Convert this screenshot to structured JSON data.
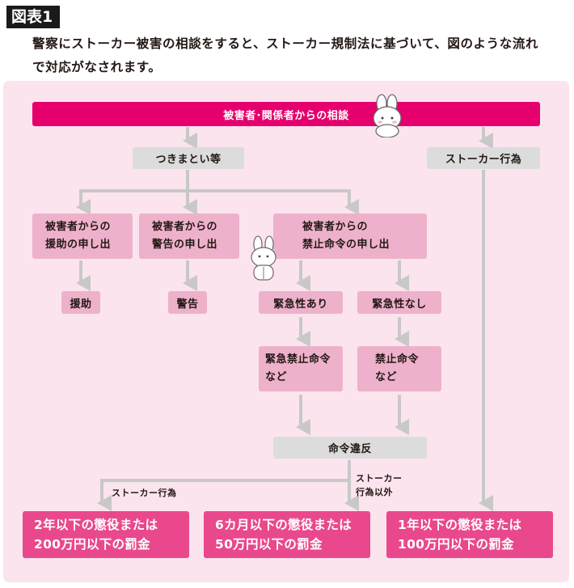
{
  "figure_label": "図表1",
  "caption": "警察にストーカー被害の相談をすると、ストーカー規制法に基づいて、図のような流れで対応がなされます。",
  "nodes": {
    "consultation": "被害者･関係者からの相談",
    "tsukimatoi": "つきまとい等",
    "stalker_act": "ストーカー行為",
    "assist_request": "被害者からの\n援助の申し出",
    "warning_request": "被害者からの\n警告の申し出",
    "prohibition_request": "被害者からの\n禁止命令の申し出",
    "assist": "援助",
    "warning": "警告",
    "urgent_yes": "緊急性あり",
    "urgent_no": "緊急性なし",
    "urgent_prohibition": "緊急禁止命令\nなど",
    "prohibition": "禁止命令\nなど",
    "violation": "命令違反"
  },
  "edge_labels": {
    "stalker_act": "ストーカー行為",
    "non_stalker_act": "ストーカー\n行為以外"
  },
  "penalties": {
    "two_years": "2年以下の懲役または\n200万円以下の罰金",
    "six_months": "6カ月以下の懲役または\n50万円以下の罰金",
    "one_year": "1年以下の懲役または\n100万円以下の罰金"
  },
  "colors": {
    "panel_bg": "#fbe4ee",
    "header_bar": "#e6006e",
    "pink_box": "#eeb1cb",
    "gray_box": "#dcdcdc",
    "result_box": "#e9498c",
    "arrow": "#c8c8c8"
  }
}
